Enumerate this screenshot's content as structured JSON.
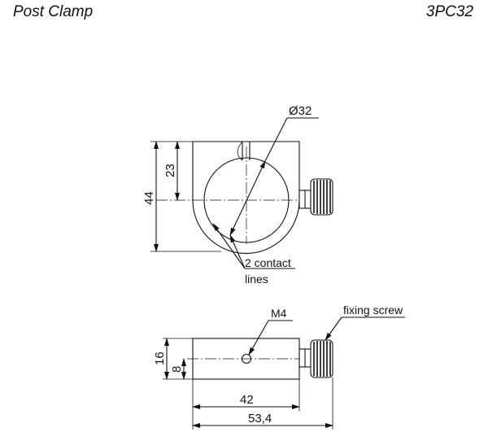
{
  "header": {
    "title": "Post Clamp",
    "code": "3PC32"
  },
  "top_view": {
    "diameter_label": "Ø32",
    "height_label": "44",
    "center_height_label": "23",
    "contact_label_line1": "2 contact",
    "contact_label_line2": "lines"
  },
  "side_view": {
    "thread_label": "M4",
    "screw_label": "fixing screw",
    "height_label": "16",
    "hole_height_label": "8",
    "length_label": "42",
    "total_length_label": "53,4"
  }
}
